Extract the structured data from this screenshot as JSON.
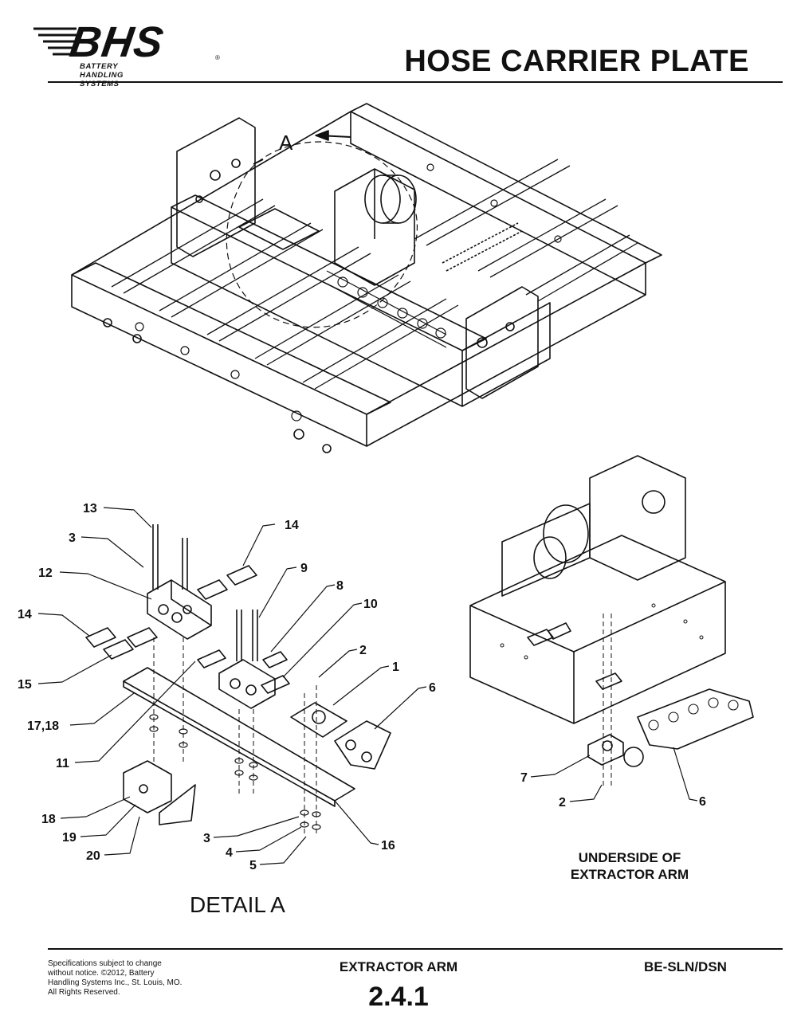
{
  "header": {
    "logo_text": "BHS",
    "logo_subtitle": "BATTERY HANDLING SYSTEMS",
    "logo_reg": "®",
    "title": "HOSE CARRIER PLATE"
  },
  "main_view": {
    "detail_marker": "A"
  },
  "detail": {
    "title": "DETAIL  A",
    "callouts": [
      {
        "label": "13"
      },
      {
        "label": "3"
      },
      {
        "label": "14"
      },
      {
        "label": "12"
      },
      {
        "label": "9"
      },
      {
        "label": "8"
      },
      {
        "label": "10"
      },
      {
        "label": "14"
      },
      {
        "label": "2"
      },
      {
        "label": "1"
      },
      {
        "label": "6"
      },
      {
        "label": "15"
      },
      {
        "label": "17,18"
      },
      {
        "label": "11"
      },
      {
        "label": "18"
      },
      {
        "label": "19"
      },
      {
        "label": "20"
      },
      {
        "label": "3"
      },
      {
        "label": "4"
      },
      {
        "label": "5"
      },
      {
        "label": "16"
      }
    ]
  },
  "underside": {
    "title": "UNDERSIDE OF EXTRACTOR ARM",
    "callouts": [
      {
        "label": "7"
      },
      {
        "label": "2"
      },
      {
        "label": "6"
      }
    ]
  },
  "footer": {
    "note": "Specifications subject to change without notice. ©2012, Battery Handling Systems Inc., St. Louis, MO. All Rights Reserved.",
    "section_name": "EXTRACTOR ARM",
    "section_number": "2.4.1",
    "model": "BE-SLN/DSN"
  },
  "colors": {
    "ink": "#111111",
    "paper": "#ffffff"
  }
}
